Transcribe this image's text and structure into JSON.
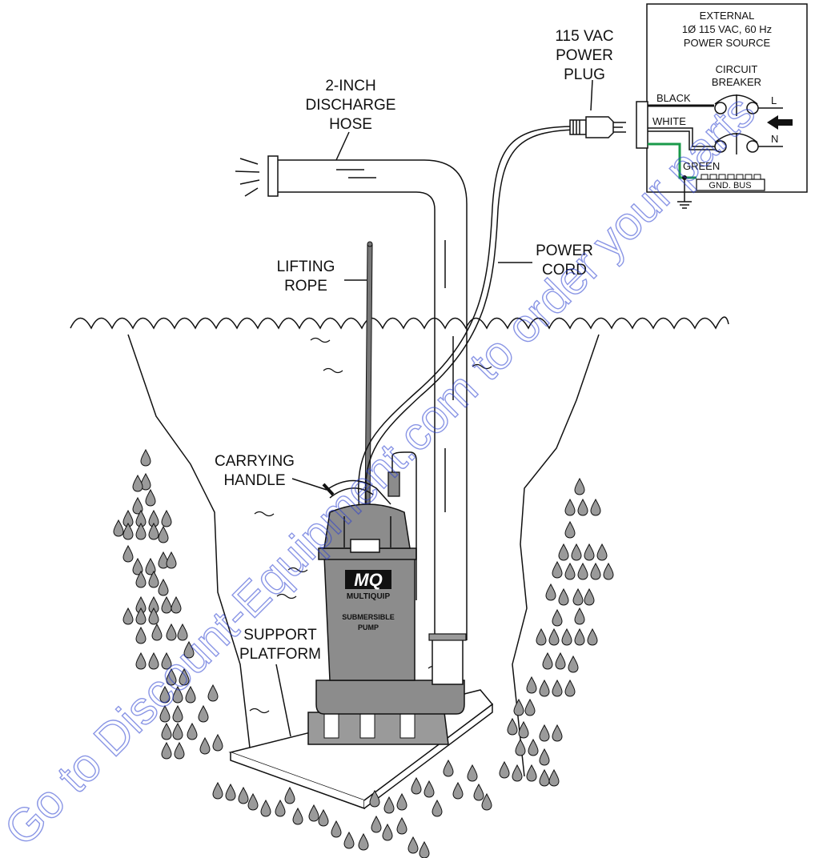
{
  "labels": {
    "discharge_hose": [
      "2-INCH",
      "DISCHARGE",
      "HOSE"
    ],
    "power_plug": [
      "115 VAC",
      "POWER",
      "PLUG"
    ],
    "power_cord": [
      "POWER",
      "CORD"
    ],
    "lifting_rope": [
      "LIFTING",
      "ROPE"
    ],
    "carrying_handle": [
      "CARRYING",
      "HANDLE"
    ],
    "support_platform": [
      "SUPPORT",
      "PLATFORM"
    ]
  },
  "power_box": {
    "title": [
      "EXTERNAL",
      "1Ø 115 VAC, 60 Hz",
      "POWER SOURCE"
    ],
    "breaker": [
      "CIRCUIT",
      "BREAKER"
    ],
    "wire_black": "BLACK",
    "wire_white": "WHITE",
    "wire_green": "GREEN",
    "terminal_l": "L",
    "terminal_n": "N",
    "gnd_bus": "GND. BUS"
  },
  "pump": {
    "logo": "MQ",
    "brand": "MULTIQUIP",
    "label": [
      "SUBMERSIBLE",
      "PUMP"
    ]
  },
  "watermark": "Go to Discount-Equipment.com to order your parts",
  "colors": {
    "line": "#111111",
    "drop_fill": "#9a9a9a",
    "pump_fill": "#8c8c8c",
    "green_wire": "#1a9a4a",
    "watermark": "#2a3fd0"
  }
}
